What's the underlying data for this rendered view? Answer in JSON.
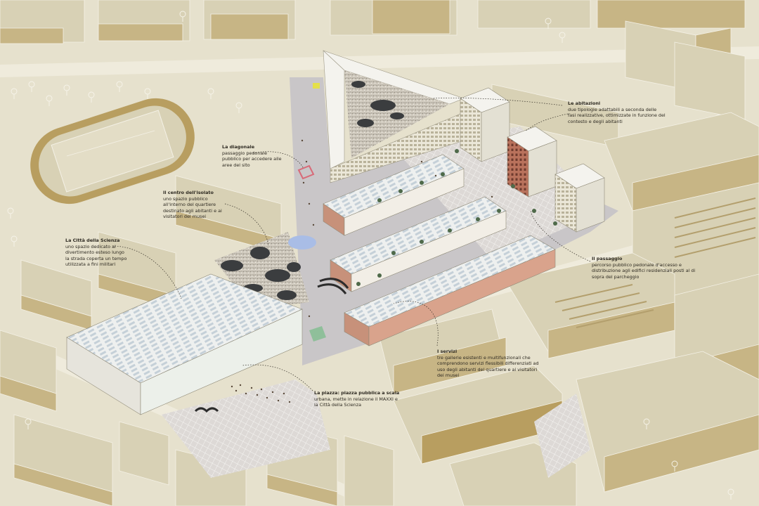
{
  "colors": {
    "ground": "#e6e1cd",
    "block_top": "#d8d1b5",
    "block_side": "#c7b585",
    "block_dark": "#a89467",
    "paving": "#c9c6c8",
    "white_building": "#f4f3ee",
    "brick": "#c7917a",
    "pond": "#3b3d3f",
    "accent_pink": "#d86a78",
    "water_blue": "#a9bde6"
  },
  "annotations": {
    "diagonale": {
      "title": "La diagonale",
      "lines": [
        "passaggio pedonale",
        "pubblico per accedere alle",
        "aree del sito"
      ]
    },
    "abitazioni": {
      "title": "Le abitazioni",
      "lines": [
        "due tipologie adattabili a seconda delle",
        "fasi realizzative, ottimizzate in funzione del",
        "contesto e degli abitanti"
      ]
    },
    "isolato": {
      "title": "Il centro dell'isolato",
      "lines": [
        "uno spazio pubblico",
        "all'interno del quartiere",
        "destinato agli abitanti e ai",
        "visitatori dei musei"
      ]
    },
    "citta": {
      "title": "La Città della Scienza",
      "lines": [
        "uno spazio dedicato al",
        "divertimento esteso lungo",
        "la strada coperta un tempo",
        "utilizzata a fini militari"
      ]
    },
    "passaggio": {
      "title": "Il passaggio",
      "lines": [
        "percorso pubblico pedonale d'accesso e",
        "distribuzione agli edifici residenziali posti al di",
        "sopra del parcheggio"
      ]
    },
    "servizi": {
      "title": "I servizi",
      "lines": [
        "tre gallerie esistenti e multifunzionali che",
        "comprendono servizi flessibili differenziati ad",
        "uso degli abitanti del quartiere e ai visitatori",
        "dei musei"
      ]
    },
    "piazza": {
      "title": "La piazza: piazza pubblica a scala",
      "lines": [
        "urbana, mette in relazione il MAXXI e",
        "la Città della Scienza"
      ]
    }
  }
}
